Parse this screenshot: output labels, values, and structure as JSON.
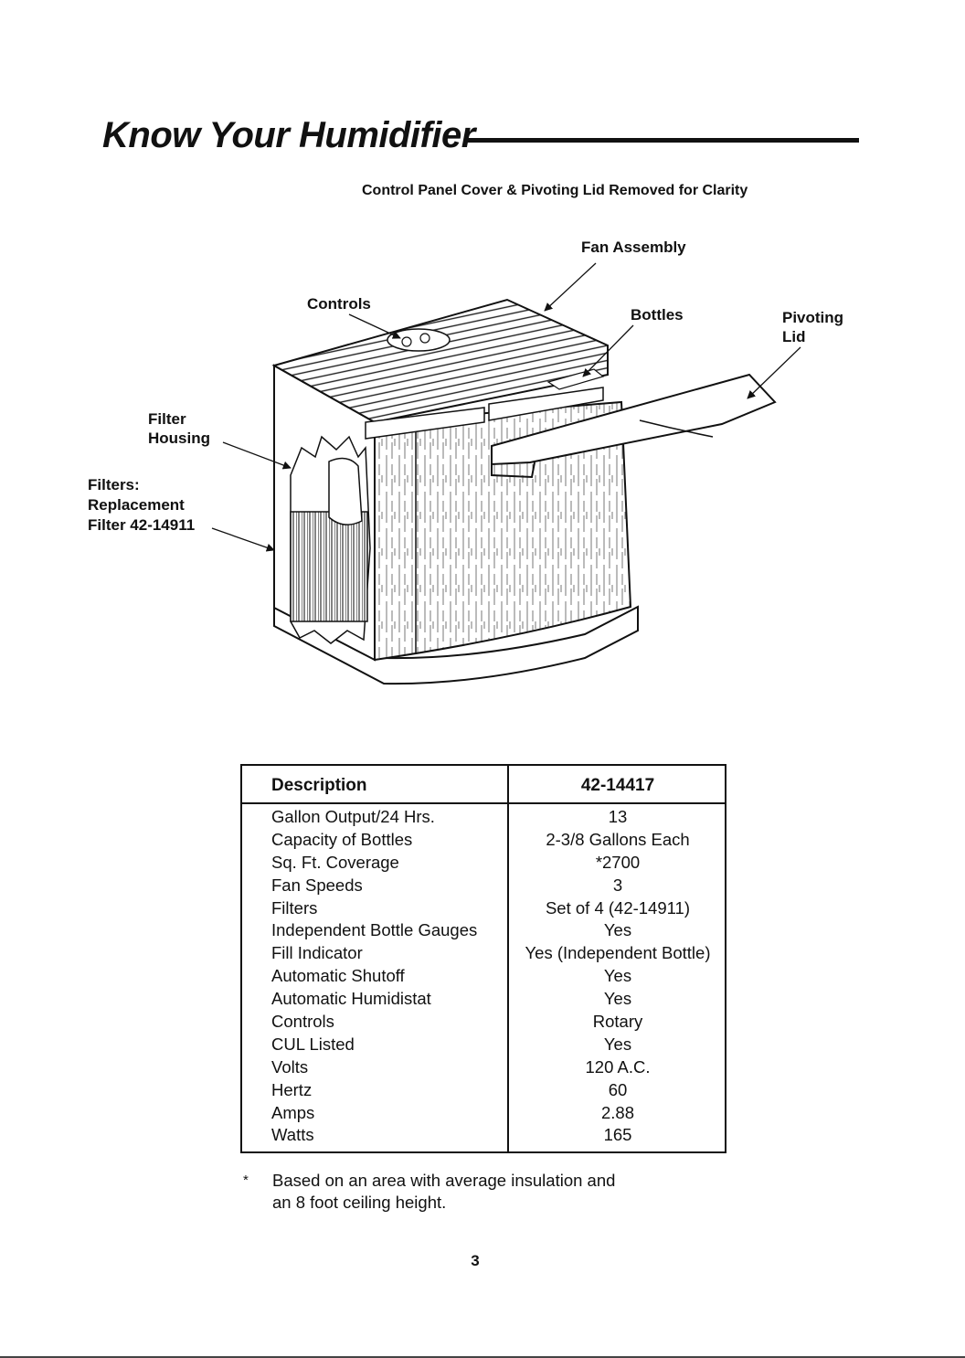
{
  "page": {
    "title": "Know Your Humidifier",
    "subtitle": "Control Panel Cover & Pivoting Lid Removed for Clarity",
    "page_number": "3"
  },
  "diagram": {
    "labels": {
      "fan_assembly": "Fan Assembly",
      "controls": "Controls",
      "bottles": "Bottles",
      "pivoting_lid": [
        "Pivoting",
        "Lid"
      ],
      "filter_housing": [
        "Filter",
        "Housing"
      ],
      "filters": [
        "Filters:",
        "Replacement",
        "Filter 42-14911"
      ]
    }
  },
  "specs": {
    "header": {
      "description": "Description",
      "model": "42-14417"
    },
    "rows": [
      {
        "description": "Gallon Output/24 Hrs.",
        "value": "13"
      },
      {
        "description": "Capacity of Bottles",
        "value": "2-3/8 Gallons Each"
      },
      {
        "description": "Sq. Ft. Coverage",
        "value": "*2700"
      },
      {
        "description": "Fan Speeds",
        "value": "3"
      },
      {
        "description": "Filters",
        "value": "Set of 4 (42-14911)"
      },
      {
        "description": "Independent Bottle Gauges",
        "value": "Yes"
      },
      {
        "description": "Fill Indicator",
        "value": "Yes (Independent Bottle)"
      },
      {
        "description": "Automatic Shutoff",
        "value": "Yes"
      },
      {
        "description": "Automatic Humidistat",
        "value": "Yes"
      },
      {
        "description": "Controls",
        "value": "Rotary"
      },
      {
        "description": "CUL Listed",
        "value": "Yes"
      },
      {
        "description": "Volts",
        "value": "120 A.C."
      },
      {
        "description": "Hertz",
        "value": "60"
      },
      {
        "description": "Amps",
        "value": "2.88"
      },
      {
        "description": "Watts",
        "value": "165"
      }
    ]
  },
  "footnote": {
    "marker": "*",
    "lines": [
      "Based on an area with average insulation and",
      "an 8 foot ceiling height."
    ]
  }
}
